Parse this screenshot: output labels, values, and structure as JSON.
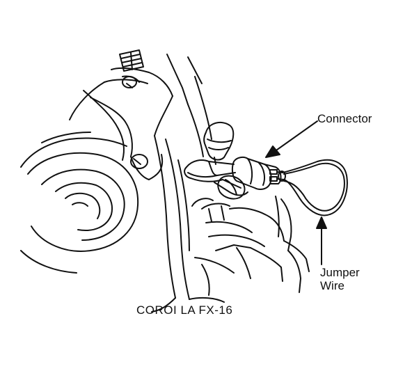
{
  "labels": {
    "connector": "Connector",
    "jumper_line1": "Jumper",
    "jumper_line2": "Wire",
    "caption": "COROI LA FX-16"
  },
  "colors": {
    "ink": "#111111",
    "paper": "#ffffff"
  }
}
